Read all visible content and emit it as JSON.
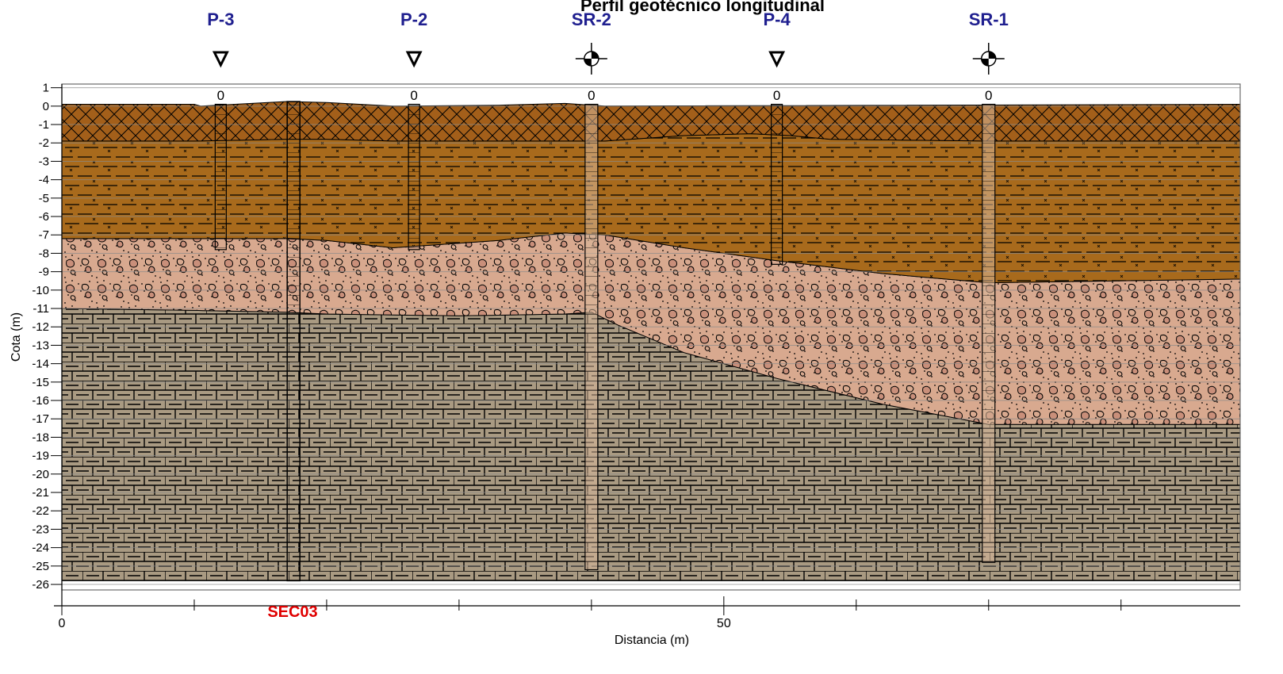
{
  "title": "Perfil geotécnico longitudinal",
  "xlabel": "Distancia (m)",
  "ylabel": "Cota (m)",
  "section_label": "SEC03",
  "xlim": [
    0,
    89
  ],
  "ylim": [
    -26.3,
    1.2
  ],
  "x_ticks": [
    0,
    50
  ],
  "y_ticks": [
    1,
    0,
    -1,
    -2,
    -3,
    -4,
    -5,
    -6,
    -7,
    -8,
    -9,
    -10,
    -11,
    -12,
    -13,
    -14,
    -15,
    -16,
    -17,
    -18,
    -19,
    -20,
    -21,
    -22,
    -23,
    -24,
    -25,
    -26
  ],
  "section_x": 17.5,
  "boreholes": [
    {
      "name": "P-3",
      "x": 12,
      "type": "piezometer",
      "depth_label": "0",
      "bottom": -7.8
    },
    {
      "name": "P-2",
      "x": 26.6,
      "type": "piezometer",
      "depth_label": "0",
      "bottom": -7.8
    },
    {
      "name": "SR-2",
      "x": 40,
      "type": "drill",
      "depth_label": "0",
      "bottom": -25.2
    },
    {
      "name": "P-4",
      "x": 54,
      "type": "piezometer",
      "depth_label": "0",
      "bottom": -8.6
    },
    {
      "name": "SR-1",
      "x": 70,
      "type": "drill",
      "depth_label": "0",
      "bottom": -24.8
    }
  ],
  "surface": [
    [
      0,
      0.1
    ],
    [
      10,
      0.1
    ],
    [
      10.5,
      0.0
    ],
    [
      17,
      0.25
    ],
    [
      20,
      0.2
    ],
    [
      25,
      0.0
    ],
    [
      33,
      0.05
    ],
    [
      38,
      0.15
    ],
    [
      41,
      0.0
    ],
    [
      89,
      0.1
    ]
  ],
  "layer_boundaries": {
    "fill_bottom": [
      [
        0,
        -1.9
      ],
      [
        10,
        -1.9
      ],
      [
        17,
        -1.8
      ],
      [
        20,
        -1.8
      ],
      [
        25,
        -1.9
      ],
      [
        38,
        -1.9
      ],
      [
        41,
        -1.9
      ],
      [
        47,
        -1.6
      ],
      [
        52,
        -1.5
      ],
      [
        55,
        -1.6
      ],
      [
        58,
        -1.8
      ],
      [
        70,
        -1.9
      ],
      [
        89,
        -1.9
      ]
    ],
    "silt_bottom": [
      [
        0,
        -7.2
      ],
      [
        10,
        -7.2
      ],
      [
        17,
        -7.2
      ],
      [
        20,
        -7.3
      ],
      [
        25,
        -7.7
      ],
      [
        33,
        -7.3
      ],
      [
        38,
        -6.9
      ],
      [
        41,
        -7.0
      ],
      [
        47,
        -7.7
      ],
      [
        54,
        -8.4
      ],
      [
        62,
        -9.1
      ],
      [
        70,
        -9.6
      ],
      [
        89,
        -9.4
      ]
    ],
    "gravel_bottom": [
      [
        0,
        -11.0
      ],
      [
        10,
        -11.1
      ],
      [
        17,
        -11.2
      ],
      [
        20,
        -11.3
      ],
      [
        30,
        -11.4
      ],
      [
        38,
        -11.3
      ],
      [
        40,
        -11.2
      ],
      [
        42,
        -11.9
      ],
      [
        47,
        -13.4
      ],
      [
        54,
        -14.8
      ],
      [
        62,
        -16.2
      ],
      [
        70,
        -17.3
      ],
      [
        89,
        -17.3
      ]
    ],
    "rock_bottom": -25.8
  },
  "colors": {
    "fill": "#a05e18",
    "silt": "#a86a1c",
    "gravel": "#d8a890",
    "rock": "#a89880",
    "borehole_name": "#1f1f8f",
    "section": "#e00000"
  }
}
